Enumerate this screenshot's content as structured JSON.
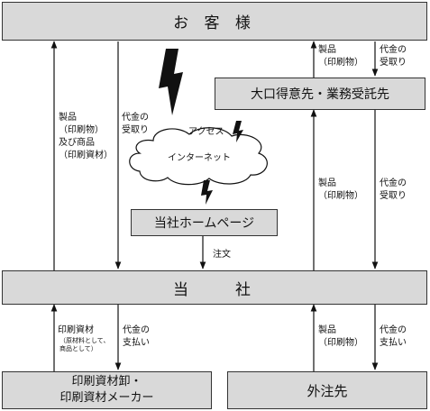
{
  "boxes": {
    "customer": "お 客 様",
    "agency": "大口得意先・業務受託先",
    "homepage": "当社ホームページ",
    "company": "当　　社",
    "suppliers_l1": "印刷資材卸・",
    "suppliers_l2": "印刷資材メーカー",
    "outsource": "外注先"
  },
  "cloud": {
    "internet": "インターネット",
    "access": "アクセス"
  },
  "labels": {
    "products_goods": [
      "製品",
      "（印刷物）",
      "及び商品",
      "（印刷資材）"
    ],
    "payment_received": [
      "代金の",
      "受取り"
    ],
    "products_print": [
      "製品",
      "（印刷物）"
    ],
    "order": "注文",
    "materials_main": "印刷資材",
    "materials_sub": [
      "（原材料として、",
      "商品として）"
    ],
    "payment_paid": [
      "代金の",
      "支払い"
    ]
  }
}
